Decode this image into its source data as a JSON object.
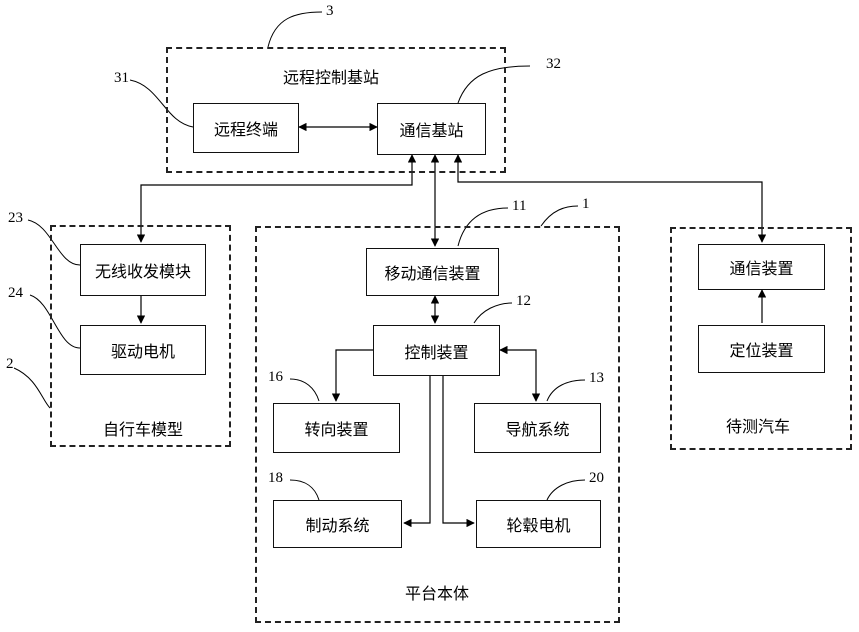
{
  "groups": {
    "remote_station": {
      "label": "远程控制基站",
      "num": "3"
    },
    "bike_model": {
      "label": "自行车模型",
      "num": "2"
    },
    "platform": {
      "label": "平台本体",
      "num": "1"
    },
    "test_car": {
      "label": "待测汽车"
    }
  },
  "boxes": {
    "remote_terminal": {
      "label": "远程终端",
      "num": "31"
    },
    "comm_base_station": {
      "label": "通信基站",
      "num": "32"
    },
    "wireless_module": {
      "label": "无线收发模块",
      "num": "23"
    },
    "drive_motor": {
      "label": "驱动电机",
      "num": "24"
    },
    "mobile_comm": {
      "label": "移动通信装置",
      "num": "11"
    },
    "control_device": {
      "label": "控制装置",
      "num": "12"
    },
    "steering_device": {
      "label": "转向装置",
      "num": "16"
    },
    "navigation_system": {
      "label": "导航系统",
      "num": "13"
    },
    "brake_system": {
      "label": "制动系统",
      "num": "18"
    },
    "hub_motor": {
      "label": "轮毂电机",
      "num": "20"
    },
    "car_comm": {
      "label": "通信装置"
    },
    "positioning": {
      "label": "定位装置"
    }
  }
}
